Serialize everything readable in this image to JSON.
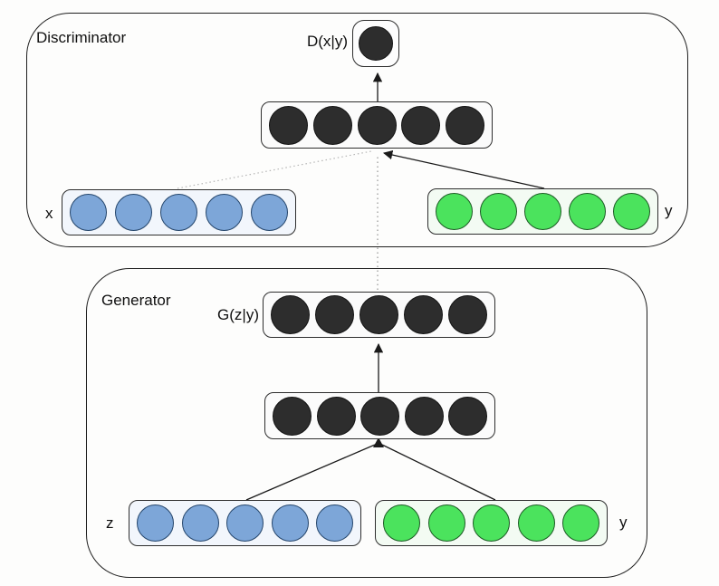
{
  "discriminator": {
    "label": "Discriminator",
    "output_label": "D(x|y)",
    "input_left_label": "x",
    "input_right_label": "y",
    "layers": {
      "output": {
        "name": "discriminator-output-node",
        "count": 1,
        "style": "dark",
        "small": true
      },
      "hidden": {
        "name": "discriminator-hidden",
        "count": 5,
        "style": "dark"
      },
      "input_x": {
        "name": "discriminator-input-x",
        "count": 5,
        "style": "blue"
      },
      "input_y": {
        "name": "discriminator-input-y",
        "count": 5,
        "style": "green"
      }
    }
  },
  "generator": {
    "label": "Generator",
    "output_label": "G(z|y)",
    "input_left_label": "z",
    "input_right_label": "y",
    "layers": {
      "output": {
        "name": "generator-output",
        "count": 5,
        "style": "dark"
      },
      "hidden": {
        "name": "generator-hidden",
        "count": 5,
        "style": "dark"
      },
      "input_z": {
        "name": "generator-input-z",
        "count": 5,
        "style": "blue"
      },
      "input_y": {
        "name": "generator-input-y",
        "count": 5,
        "style": "green"
      }
    }
  },
  "colors": {
    "node_dark": "#2d2d2d",
    "node_dark_stroke": "#141414",
    "node_blue": "#7da6d8",
    "node_blue_stroke": "#24456b",
    "node_green": "#4be35d",
    "node_green_stroke": "#1c5a24",
    "wire": "#1a1a1a",
    "wire_dotted": "#8a8a8a",
    "wire_faint": "#b5b5b5"
  }
}
